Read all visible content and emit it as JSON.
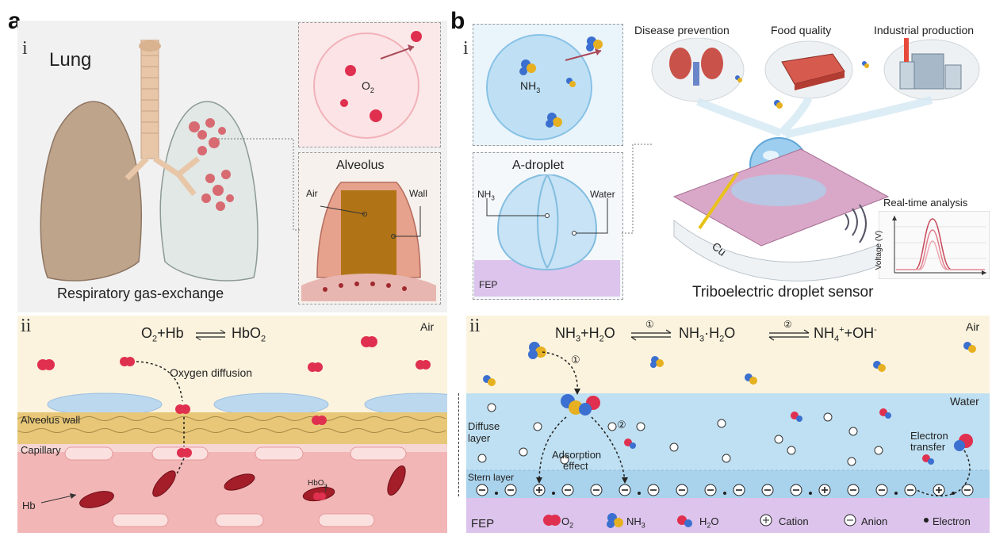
{
  "panel_a": {
    "letter": "a",
    "sub_i": "i",
    "sub_ii": "ii",
    "lung_title": "Lung",
    "lung_caption": "Respiratory gas-exchange",
    "o2_label": "O",
    "o2_sub": "2",
    "alveolus_title": "Alveolus",
    "air_label": "Air",
    "wall_label": "Wall",
    "equation_pre": "O",
    "equation_sub1": "2",
    "equation_mid": "+Hb",
    "equation_post": "HbO",
    "equation_sub2": "2",
    "air_corner": "Air",
    "oxygen_diffusion": "Oxygen diffusion",
    "alveolus_wall": "Alveolus wall",
    "capillary": "Capillary",
    "hb": "Hb",
    "hbo2": "HbO",
    "hbo2_sub": "2"
  },
  "panel_b": {
    "letter": "b",
    "sub_i": "i",
    "sub_ii": "ii",
    "nh3_label": "NH",
    "nh3_sub": "3",
    "a_droplet": "A-droplet",
    "nh3_left": "NH",
    "nh3_left_sub": "3",
    "water_label": "Water",
    "fep_top": "FEP",
    "disease_prevention": "Disease prevention",
    "food_quality": "Food quality",
    "industrial_production": "Industrial production",
    "realtime_analysis": "Real-time analysis",
    "voltage_axis": "Voltage (V)",
    "cu_label": "Cu",
    "sensor_caption": "Triboelectric droplet sensor",
    "eq_nh3": "NH",
    "eq_nh3_sub": "3",
    "eq_plus_h2o": "+H",
    "eq_h2o_sub": "2",
    "eq_o": "O",
    "eq_step1": "①",
    "eq_step2": "②",
    "eq_mid": "NH",
    "eq_mid_sub": "3",
    "eq_mid_rest": "·H",
    "eq_mid_sub2": "2",
    "eq_mid_o": "O",
    "eq_nh4": "NH",
    "eq_nh4_sub": "4",
    "eq_nh4_sup": "+",
    "eq_oh": "+OH",
    "eq_oh_sup": "-",
    "air_corner": "Air",
    "water_corner": "Water",
    "diffuse_layer_1": "Diffuse",
    "diffuse_layer_2": "layer",
    "stern_layer": "Stern layer",
    "adsorption_1": "Adsorption",
    "adsorption_2": "effect",
    "electron_transfer_1": "Electron",
    "electron_transfer_2": "transfer",
    "step1_mark": "①",
    "step2_mark": "②",
    "fep_bottom": "FEP",
    "legend_o2": "O",
    "legend_o2_sub": "2",
    "legend_nh3": "NH",
    "legend_nh3_sub": "3",
    "legend_h2o": "H",
    "legend_h2o_sub": "2",
    "legend_h2o_o": "O",
    "legend_cation": "Cation",
    "legend_anion": "Anion",
    "legend_electron": "Electron"
  },
  "colors": {
    "o2_red": "#e0304f",
    "nh3_blue": "#3b6fd0",
    "nh3_yellow": "#e6b020",
    "water_blue": "#bfe0f2",
    "fep_purple": "#dcc4ec",
    "air_cream": "#fbf3de",
    "capillary_pink": "#f2b6b6",
    "alveolus_wall_tan": "#e8c878"
  }
}
